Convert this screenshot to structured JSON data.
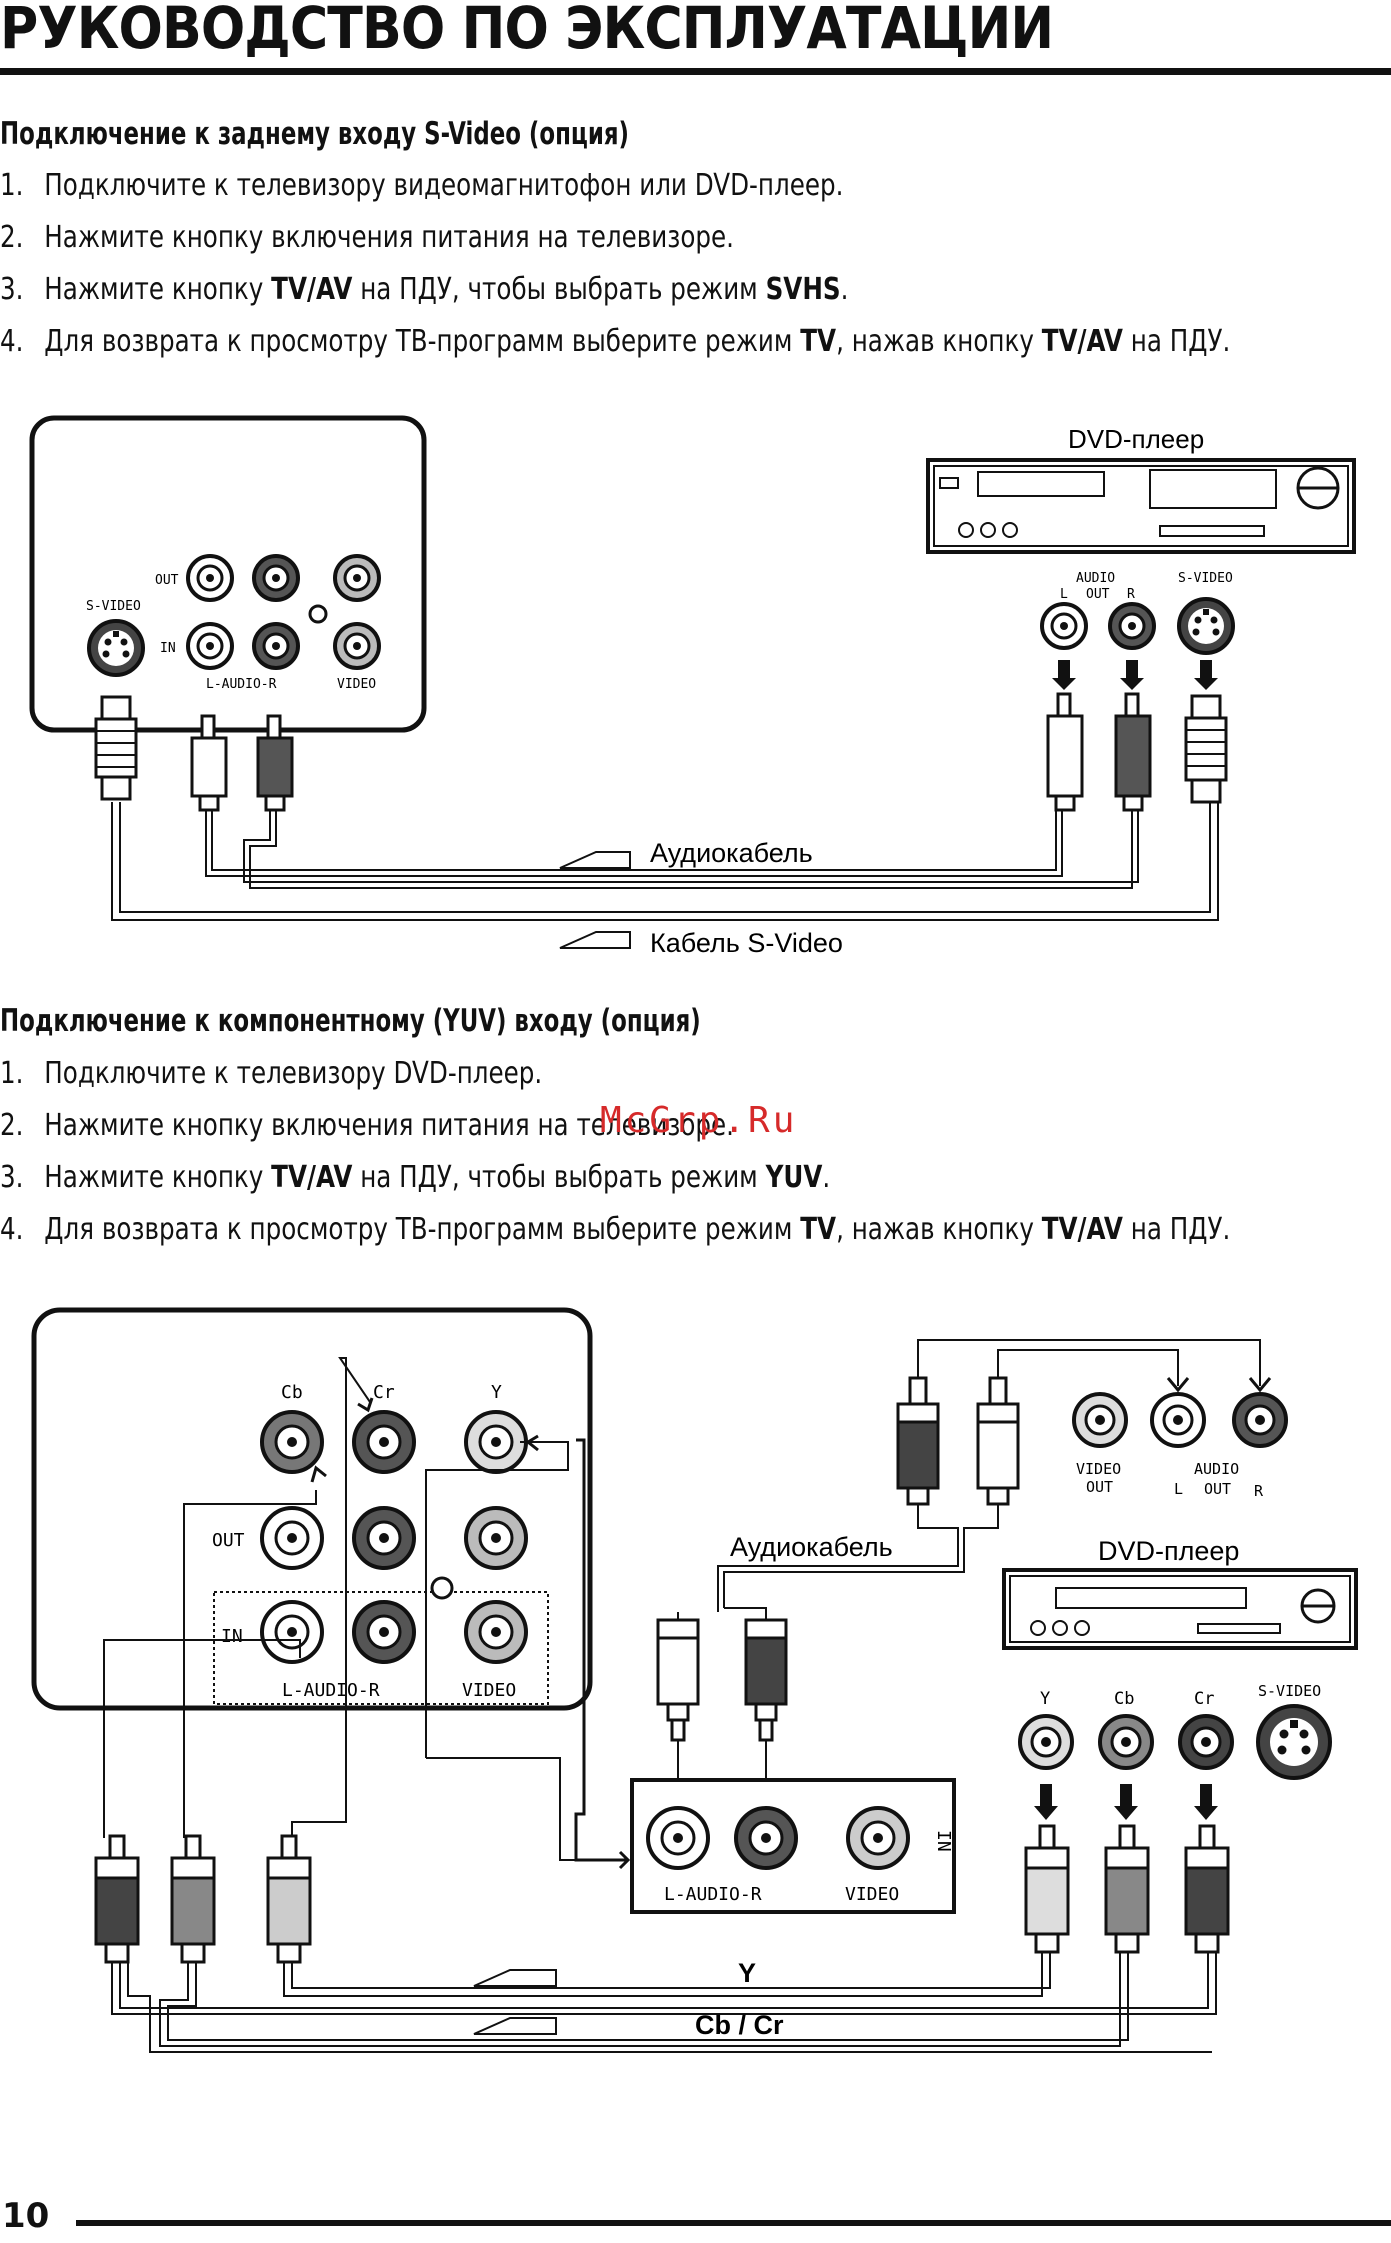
{
  "page": {
    "title": "РУКОВОДСТВО ПО ЭКСПЛУАТАЦИИ",
    "page_number": "10",
    "watermark": "McGrp.Ru"
  },
  "section1": {
    "heading": "Подключение к заднему входу S-Video (опция)",
    "steps": [
      {
        "num": "1.",
        "parts": [
          {
            "t": "Подключите к телевизору видеомагнитофон или DVD-плеер."
          }
        ]
      },
      {
        "num": "2.",
        "parts": [
          {
            "t": "Нажмите кнопку включения питания на телевизоре."
          }
        ]
      },
      {
        "num": "3.",
        "parts": [
          {
            "t": "Нажмите кнопку "
          },
          {
            "t": "TV/AV",
            "b": true
          },
          {
            "t": " на ПДУ, чтобы выбрать режим "
          },
          {
            "t": "SVHS",
            "b": true
          },
          {
            "t": "."
          }
        ]
      },
      {
        "num": "4.",
        "parts": [
          {
            "t": "Для возврата к просмотру ТВ-программ выберите режим "
          },
          {
            "t": "TV",
            "b": true
          },
          {
            "t": ", нажав кнопку "
          },
          {
            "t": "TV/AV",
            "b": true
          },
          {
            "t": " на ПДУ."
          }
        ]
      }
    ],
    "diagram": {
      "dvd_label": "DVD-плеер",
      "tv_out": "OUT",
      "tv_in": "IN",
      "tv_svideo": "S-VIDEO",
      "tv_audio": "L-AUDIO-R",
      "tv_video": "VIDEO",
      "dvd_audio": "AUDIO",
      "dvd_l": "L",
      "dvd_out": "OUT",
      "dvd_r": "R",
      "dvd_svideo": "S-VIDEO",
      "cable_audio": "Аудиокабель",
      "cable_svideo": "Кабель S-Video"
    }
  },
  "section2": {
    "heading": "Подключение к компонентному (YUV) входу (опция)",
    "steps": [
      {
        "num": "1.",
        "parts": [
          {
            "t": "Подключите к телевизору DVD-плеер."
          }
        ]
      },
      {
        "num": "2.",
        "parts": [
          {
            "t": "Нажмите кнопку включения питания на телевизоре."
          }
        ]
      },
      {
        "num": "3.",
        "parts": [
          {
            "t": "Нажмите кнопку "
          },
          {
            "t": "TV/AV",
            "b": true
          },
          {
            "t": " на ПДУ, чтобы выбрать режим "
          },
          {
            "t": "YUV",
            "b": true
          },
          {
            "t": "."
          }
        ]
      },
      {
        "num": "4.",
        "parts": [
          {
            "t": "Для возврата к просмотру ТВ-программ выберите режим "
          },
          {
            "t": "TV",
            "b": true
          },
          {
            "t": ", нажав кнопку "
          },
          {
            "t": "TV/AV",
            "b": true
          },
          {
            "t": " на ПДУ."
          }
        ]
      }
    ],
    "diagram": {
      "cb": "Cb",
      "cr": "Cr",
      "y": "Y",
      "out": "OUT",
      "in": "IN",
      "audio_in": "L-AUDIO-R",
      "video_in": "VIDEO",
      "dvd_video": "VIDEO",
      "dvd_video_out": "OUT",
      "dvd_audio": "AUDIO",
      "dvd_l": "L",
      "dvd_out": "OUT",
      "dvd_r": "R",
      "dvd_label": "DVD-плеер",
      "cable_audio": "Аудиокабель",
      "panel_in": "IN",
      "panel_audio": "L-AUDIO-R",
      "panel_video": "VIDEO",
      "dvd_y": "Y",
      "dvd_cb": "Cb",
      "dvd_cr": "Cr",
      "dvd_svideo": "S-VIDEO",
      "cable_y": "Y",
      "cable_cbcr": "Cb / Cr"
    }
  }
}
